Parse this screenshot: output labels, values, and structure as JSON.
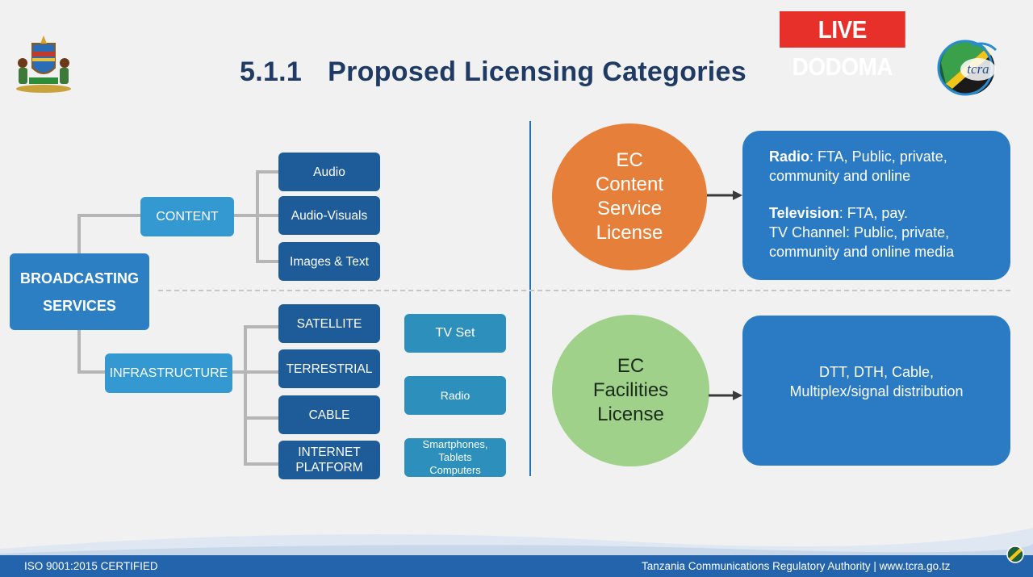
{
  "slide": {
    "title_number": "5.1.1",
    "title_text": "Proposed Licensing Categories",
    "live_badge": "LIVE DODOMA"
  },
  "tree": {
    "root_line1": "BROADCASTING",
    "root_line2": "SERVICES",
    "content": "CONTENT",
    "infrastructure": "INFRASTRUCTURE",
    "content_items": [
      "Audio",
      "Audio-Visuals",
      "Images & Text"
    ],
    "infra_items": [
      "SATELLITE",
      "TERRESTRIAL",
      "CABLE",
      "INTERNET PLATFORM"
    ],
    "devices": [
      "TV Set",
      "Radio",
      "Smartphones, Tablets Computers"
    ]
  },
  "licenses": {
    "content_circle": "EC Content Service License",
    "facilities_circle": "EC Facilities License",
    "content_box": {
      "radio_label": "Radio",
      "radio_text": ":  FTA, Public, private, community and online",
      "tv_label": "Television",
      "tv_text": ": FTA, pay.",
      "channel_text": "TV Channel: Public, private, community and online media"
    },
    "facilities_box": "DTT, DTH, Cable, Multiplex/signal distribution"
  },
  "footer": {
    "left": "ISO 9001:2015 CERTIFIED",
    "right": "Tanzania Communications Regulatory Authority | www.tcra.go.tz"
  },
  "colors": {
    "title": "#1f3b63",
    "badge": "#e8302a",
    "content_circle": "#e57f3a",
    "facilities_circle": "#9fd18a",
    "box": "#2a7bc4"
  }
}
